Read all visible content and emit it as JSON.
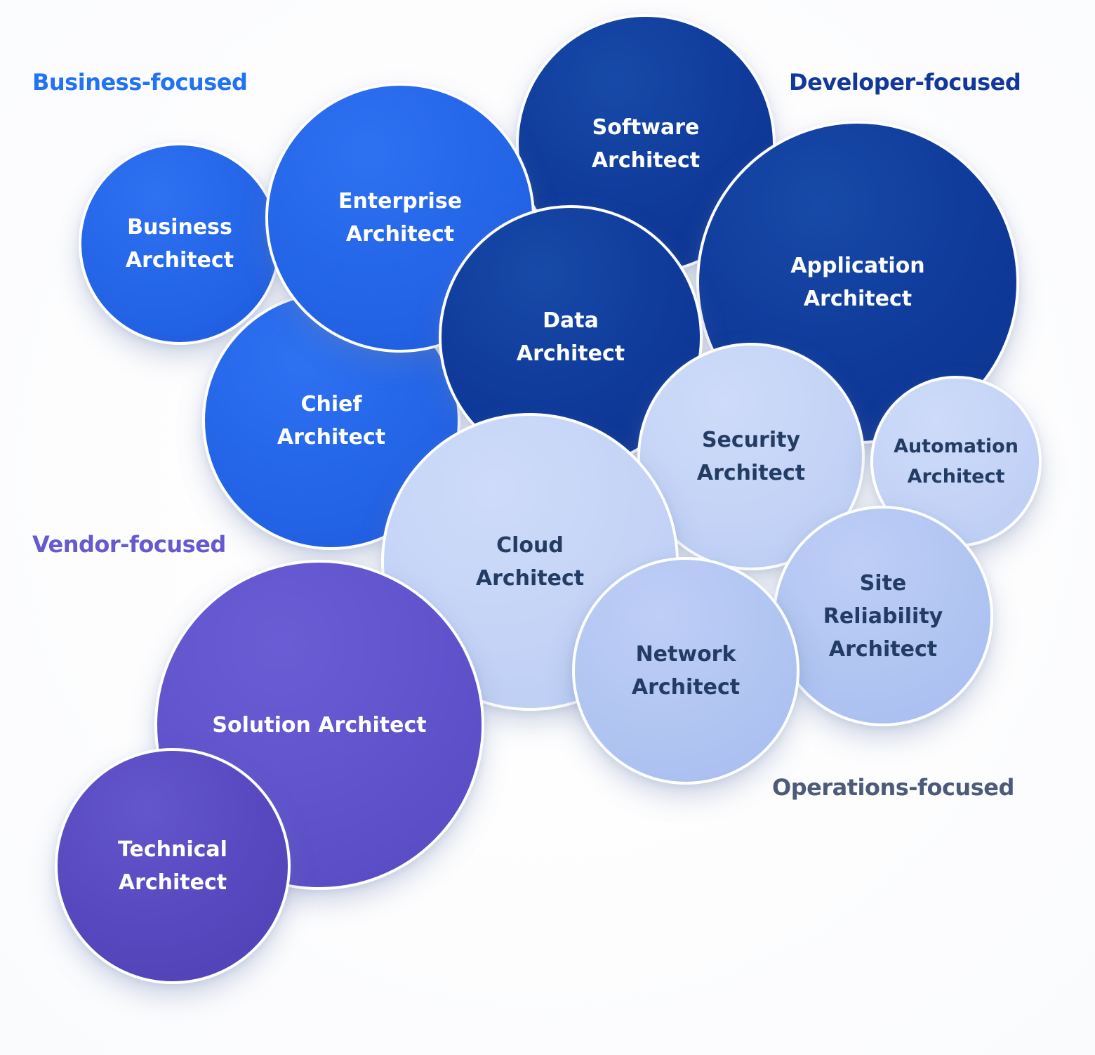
{
  "diagram_title": "Architect roles bubble diagram",
  "groups": [
    {
      "id": "business-focused",
      "label": "Business-focused",
      "color": "#2273F3"
    },
    {
      "id": "developer-focused",
      "label": "Developer-focused",
      "color": "#12389B"
    },
    {
      "id": "vendor-focused",
      "label": "Vendor-focused",
      "color": "#665ACF"
    },
    {
      "id": "operations-focused",
      "label": "Operations-focused",
      "color": "#4D5A7A"
    }
  ],
  "palette": {
    "bright_blue": "#2465E8",
    "navy_blue": "#0F3A9A",
    "light_blue": "#C4D3F6",
    "periwinkle_blue": "#B1C5F2",
    "purple": "#5F52CB",
    "purple_dark": "#5848BF",
    "ring_white": "#FFFFFF",
    "text_on_dark": "#FFFFFF",
    "text_on_light": "#233C63"
  },
  "bubbles": [
    {
      "id": "business-architect",
      "group": "Business-focused",
      "fill": "#2465E8",
      "text_color": "#FFFFFF",
      "lines": [
        "Business",
        "Architect"
      ]
    },
    {
      "id": "software-architect",
      "group": "Developer-focused",
      "fill": "#0F3A9A",
      "text_color": "#FFFFFF",
      "lines": [
        "Software",
        "Architect"
      ]
    },
    {
      "id": "application-architect",
      "group": "Developer-focused",
      "fill": "#0F3A9A",
      "text_color": "#FFFFFF",
      "lines": [
        "Application",
        "Architect"
      ]
    },
    {
      "id": "chief-architect",
      "group": "Business-focused",
      "fill": "#2465E8",
      "text_color": "#FFFFFF",
      "lines": [
        "Chief",
        "Architect"
      ]
    },
    {
      "id": "enterprise-architect",
      "group": "Business-focused",
      "fill": "#2465E8",
      "text_color": "#FFFFFF",
      "lines": [
        "Enterprise",
        "Architect"
      ]
    },
    {
      "id": "data-architect",
      "group": "Developer-focused",
      "fill": "#0F3A9A",
      "text_color": "#FFFFFF",
      "lines": [
        "Data",
        "Architect"
      ]
    },
    {
      "id": "security-architect",
      "group": "Operations-focused",
      "fill": "#C4D3F6",
      "text_color": "#233C63",
      "lines": [
        "Security",
        "Architect"
      ]
    },
    {
      "id": "automation-architect",
      "group": "Operations-focused",
      "fill": "#C4D3F6",
      "text_color": "#233C63",
      "lines": [
        "Automation",
        "Architect"
      ]
    },
    {
      "id": "site-reliability-architect",
      "group": "Operations-focused",
      "fill": "#B1C5F2",
      "text_color": "#233C63",
      "lines": [
        "Site",
        "Reliability",
        "Architect"
      ]
    },
    {
      "id": "cloud-architect",
      "group": "Operations-focused",
      "fill": "#C4D3F6",
      "text_color": "#233C63",
      "lines": [
        "Cloud",
        "Architect"
      ]
    },
    {
      "id": "network-architect",
      "group": "Operations-focused",
      "fill": "#B1C5F2",
      "text_color": "#233C63",
      "lines": [
        "Network",
        "Architect"
      ]
    },
    {
      "id": "solution-architect",
      "group": "Vendor-focused",
      "fill": "#5F52CB",
      "text_color": "#FFFFFF",
      "lines": [
        "Solution Architect"
      ]
    },
    {
      "id": "technical-architect",
      "group": "Vendor-focused",
      "fill": "#5848BF",
      "text_color": "#FFFFFF",
      "lines": [
        "Technical",
        "Architect"
      ]
    }
  ]
}
